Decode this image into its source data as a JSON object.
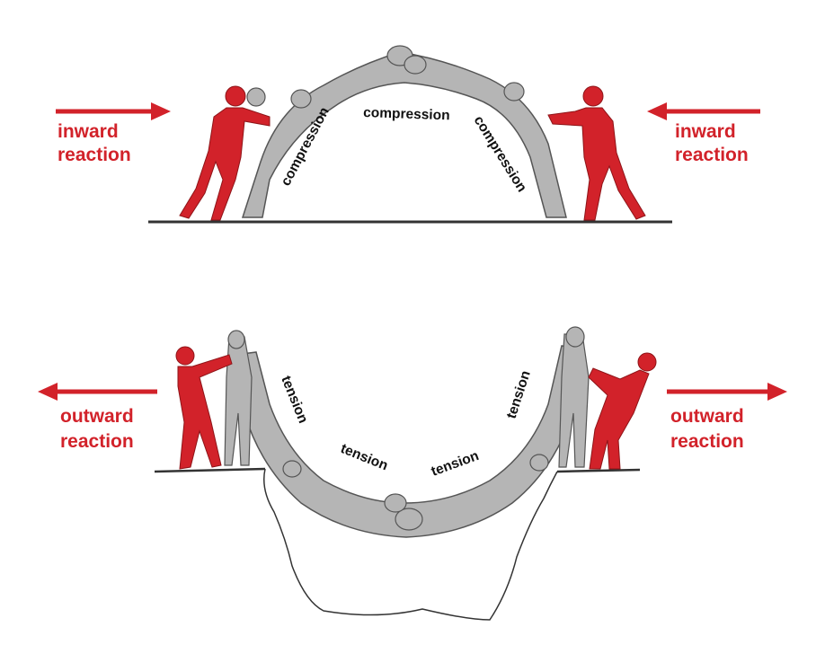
{
  "colors": {
    "accent_red": "#d2222a",
    "figure_gray": "#b5b5b5",
    "outline": "#555555",
    "ground": "#333333"
  },
  "arch": {
    "left_reaction": {
      "line1": "inward",
      "line2": "reaction"
    },
    "right_reaction": {
      "line1": "inward",
      "line2": "reaction"
    },
    "force_labels": [
      "compression",
      "compression",
      "compression"
    ]
  },
  "hanging": {
    "left_reaction": {
      "line1": "outward",
      "line2": "reaction"
    },
    "right_reaction": {
      "line1": "outward",
      "line2": "reaction"
    },
    "force_labels": [
      "tension",
      "tension",
      "tension",
      "tension"
    ]
  }
}
